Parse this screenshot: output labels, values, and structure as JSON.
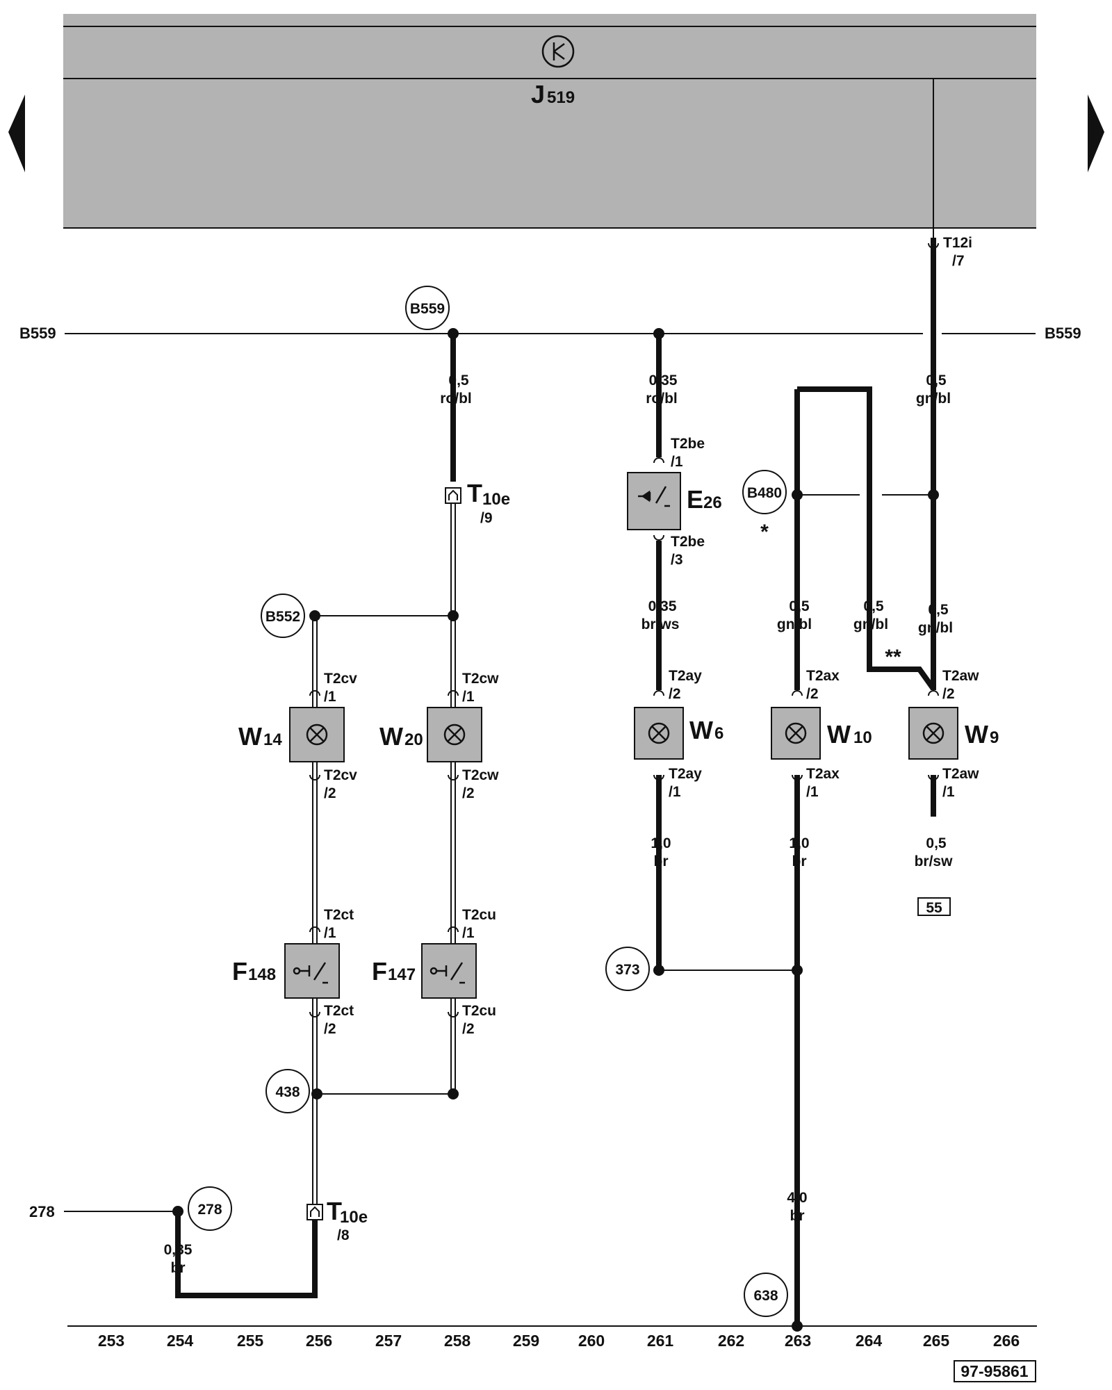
{
  "control_unit": {
    "letter": "J",
    "sub": "519"
  },
  "ground_points": {
    "left": "B559",
    "right": "B559",
    "b559_bubble": "B559",
    "b480_bubble": "B480",
    "b552_bubble": "B552",
    "c373": "373",
    "c438": "438",
    "c638": "638",
    "c278_bubble": "278",
    "c278_line": "278"
  },
  "wires": {
    "w_05_robl": {
      "size": "0,5",
      "color": "ro/bl"
    },
    "w_035_robl": {
      "size": "0,35",
      "color": "ro/bl"
    },
    "w_05_gnbl_top": {
      "size": "0,5",
      "color": "gn/bl"
    },
    "w_035_brws": {
      "size": "0,35",
      "color": "br/ws"
    },
    "w_05_gnbl_a": {
      "size": "0,5",
      "color": "gn/bl"
    },
    "w_05_gnbl_b": {
      "size": "0,5",
      "color": "gn/bl"
    },
    "w_05_gnbl_c": {
      "size": "0,5",
      "color": "gn/bl"
    },
    "w_10_br_a": {
      "size": "1,0",
      "color": "br"
    },
    "w_10_br_b": {
      "size": "1,0",
      "color": "br"
    },
    "w_05_brsw": {
      "size": "0,5",
      "color": "br/sw"
    },
    "w_40_br": {
      "size": "4,0",
      "color": "br"
    },
    "w_035_br": {
      "size": "0,35",
      "color": "br"
    }
  },
  "connectors": {
    "t12i": {
      "name": "T12i",
      "pin": "/7"
    },
    "t10e_9": {
      "name": "T",
      "sub": "10e",
      "pin": "/9"
    },
    "t10e_8": {
      "name": "T",
      "sub": "10e",
      "pin": "/8"
    },
    "t2be_1": {
      "name": "T2be",
      "pin": "/1"
    },
    "t2be_3": {
      "name": "T2be",
      "pin": "/3"
    },
    "t2cv_1": {
      "name": "T2cv",
      "pin": "/1"
    },
    "t2cv_2": {
      "name": "T2cv",
      "pin": "/2"
    },
    "t2cw_1": {
      "name": "T2cw",
      "pin": "/1"
    },
    "t2cw_2": {
      "name": "T2cw",
      "pin": "/2"
    },
    "t2ay_2": {
      "name": "T2ay",
      "pin": "/2"
    },
    "t2ay_1": {
      "name": "T2ay",
      "pin": "/1"
    },
    "t2ax_2": {
      "name": "T2ax",
      "pin": "/2"
    },
    "t2ax_1": {
      "name": "T2ax",
      "pin": "/1"
    },
    "t2aw_2": {
      "name": "T2aw",
      "pin": "/2"
    },
    "t2aw_1": {
      "name": "T2aw",
      "pin": "/1"
    },
    "t2ct_1": {
      "name": "T2ct",
      "pin": "/1"
    },
    "t2ct_2": {
      "name": "T2ct",
      "pin": "/2"
    },
    "t2cu_1": {
      "name": "T2cu",
      "pin": "/1"
    },
    "t2cu_2": {
      "name": "T2cu",
      "pin": "/2"
    }
  },
  "components": {
    "E26": {
      "letter": "E",
      "sub": "26"
    },
    "W14": {
      "letter": "W",
      "sub": "14"
    },
    "W20": {
      "letter": "W",
      "sub": "20"
    },
    "W6": {
      "letter": "W",
      "sub": "6"
    },
    "W10": {
      "letter": "W",
      "sub": "10"
    },
    "W9": {
      "letter": "W",
      "sub": "9"
    },
    "F148": {
      "letter": "F",
      "sub": "148"
    },
    "F147": {
      "letter": "F",
      "sub": "147"
    }
  },
  "notes": {
    "single_star": "*",
    "double_star": "**",
    "box_55": "55"
  },
  "axis": [
    "253",
    "254",
    "255",
    "256",
    "257",
    "258",
    "259",
    "260",
    "261",
    "262",
    "263",
    "264",
    "265",
    "266"
  ],
  "doc_number": "97-95861",
  "colors": {
    "panel": "#b3b3b3",
    "component": "#b3b3b3",
    "line": "#111111"
  }
}
